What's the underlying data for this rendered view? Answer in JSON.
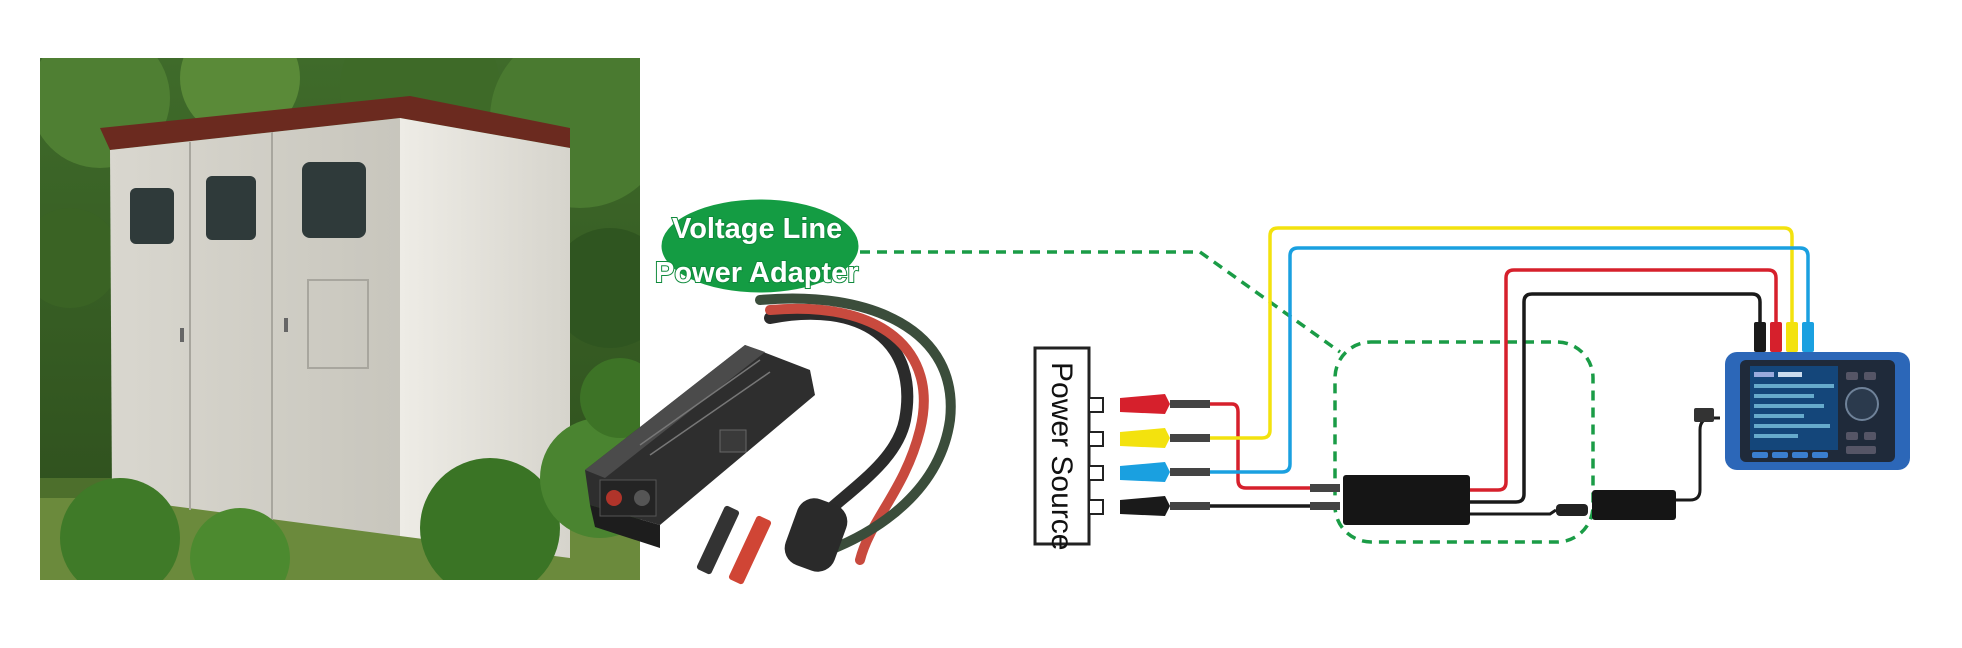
{
  "diagram": {
    "adapter_label_line1": "Voltage Line",
    "adapter_label_line2": "Power Adapter",
    "power_source_label": "Power Source"
  },
  "colors": {
    "bubble_green": "#149c43",
    "dashed_green": "#1a9c46",
    "wire_yellow": "#f3e20e",
    "wire_blue": "#1aa0e0",
    "wire_red": "#d6202c",
    "wire_black": "#1a1a1a",
    "instrument_blue": "#2c67b8"
  },
  "icons": {
    "photo": "substation-cabinet-photo",
    "adapter": "voltage-line-power-adapter-device",
    "instrument": "power-quality-analyzer"
  }
}
